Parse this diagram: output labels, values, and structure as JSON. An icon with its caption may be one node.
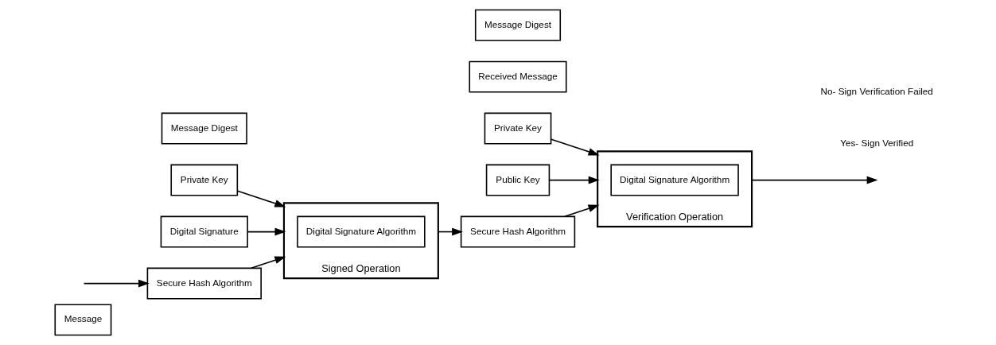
{
  "diagram": {
    "nodes": [
      {
        "text": [
          "Message"
        ]
      },
      {
        "text": [
          "Secure Hash Algorithm"
        ]
      },
      {
        "text": [
          "Message Digest"
        ]
      },
      {
        "text": [
          "Private Key"
        ]
      },
      {
        "text": [
          "Signed Operation"
        ]
      },
      {
        "text": [
          "Digital Signature Algorithm"
        ],
        "in": 4
      },
      {
        "text": [
          "Digital Signature"
        ]
      },
      {
        "text": [
          "Received Message"
        ]
      },
      {
        "text": [
          "Secure Hash Algorithm"
        ]
      },
      {
        "text": [
          "Message Digest"
        ]
      },
      {
        "text": [
          "Private Key"
        ]
      },
      {
        "text": [
          "Verification Operation"
        ]
      },
      {
        "text": [
          "Digital Signature Algorithm"
        ],
        "in": 11
      },
      {
        "text": [
          "Public Key"
        ]
      }
    ],
    "edges": [
      {
        "from": null,
        "to": 1,
        "arrow": "to"
      },
      {
        "from": 1,
        "to": 4,
        "arrow": "to"
      },
      {
        "from": 3,
        "to": 4,
        "arrow": "to"
      },
      {
        "from": 6,
        "to": 4,
        "arrow": "to"
      },
      {
        "from": 4,
        "to": 8,
        "arrow": "to"
      },
      {
        "from": 8,
        "to": 11,
        "arrow": "to"
      },
      {
        "from": 10,
        "to": 11,
        "arrow": "to"
      },
      {
        "from": 13,
        "to": 11,
        "arrow": "to"
      },
      {
        "from": 11,
        "to": null,
        "arrow": "to"
      }
    ],
    "labels": [
      "Yes- Sign Verified",
      "No- Sign Verification Failed"
    ]
  }
}
